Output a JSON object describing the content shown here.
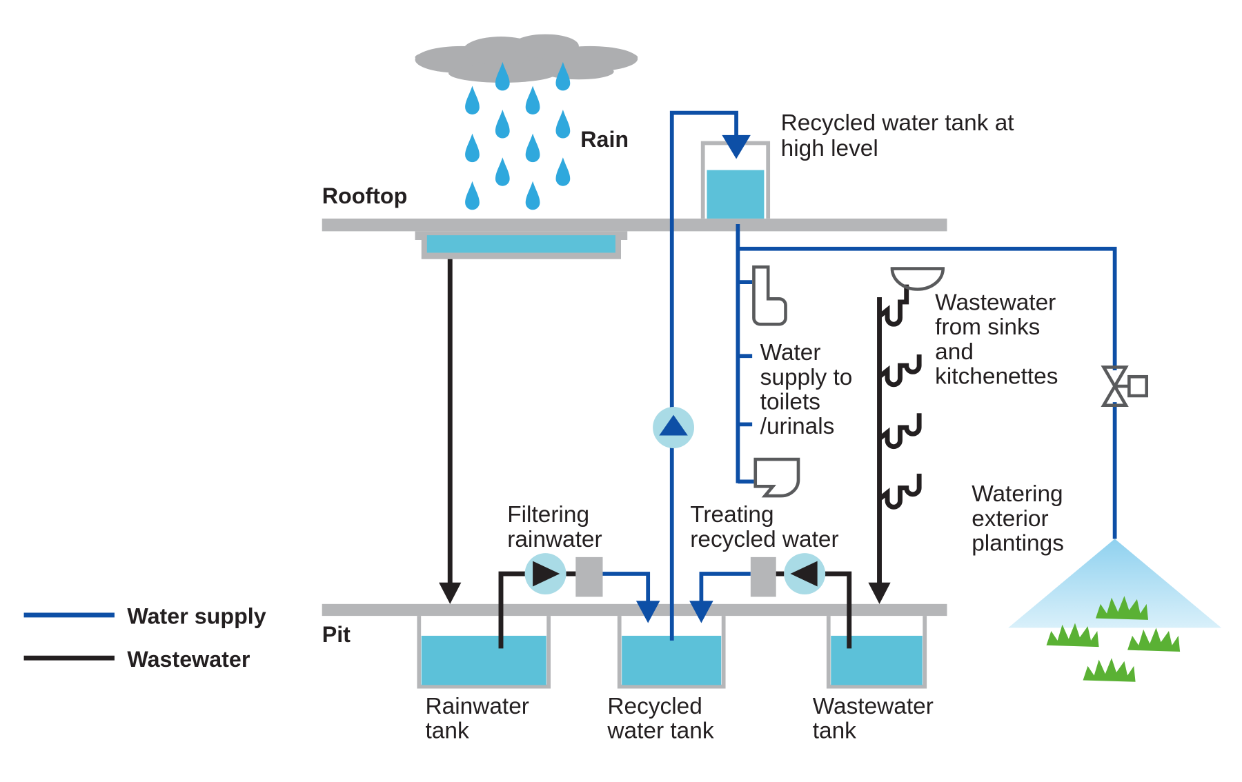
{
  "labels": {
    "rain": "Rain",
    "rooftop": "Rooftop",
    "pit": "Pit",
    "high_tank": [
      "Recycled water tank at",
      "high level"
    ],
    "wastewater_sinks": [
      "Wastewater",
      "from sinks",
      "and",
      "kitchenettes"
    ],
    "toilets": [
      "Water",
      "supply to",
      "toilets",
      "/urinals"
    ],
    "filtering": [
      "Filtering",
      "rainwater"
    ],
    "treating": [
      "Treating",
      "recycled water"
    ],
    "watering": [
      "Watering",
      "exterior",
      "plantings"
    ],
    "rainwater_tank": [
      "Rainwater",
      "tank"
    ],
    "recycled_tank": [
      "Recycled",
      "water tank"
    ],
    "wastewater_tank": [
      "Wastewater",
      "tank"
    ]
  },
  "legend": {
    "water_supply": "Water supply",
    "wastewater": "Wastewater"
  },
  "colors": {
    "water_supply": "#0d4fa6",
    "wastewater": "#231f20",
    "water": "#5cc1d9",
    "slab": "#b5b6b8",
    "cloud": "#adaeb0",
    "pump_circle": "#a9dbe6",
    "grass": "#5ab134",
    "spray": "#c6e8f7"
  },
  "icons": [
    "cloud-icon",
    "raindrop-icon",
    "pump-icon",
    "filter-icon",
    "toilet-icon",
    "urinal-icon",
    "sink-icon",
    "valve-icon",
    "sprinkler-icon",
    "grass-icon"
  ]
}
